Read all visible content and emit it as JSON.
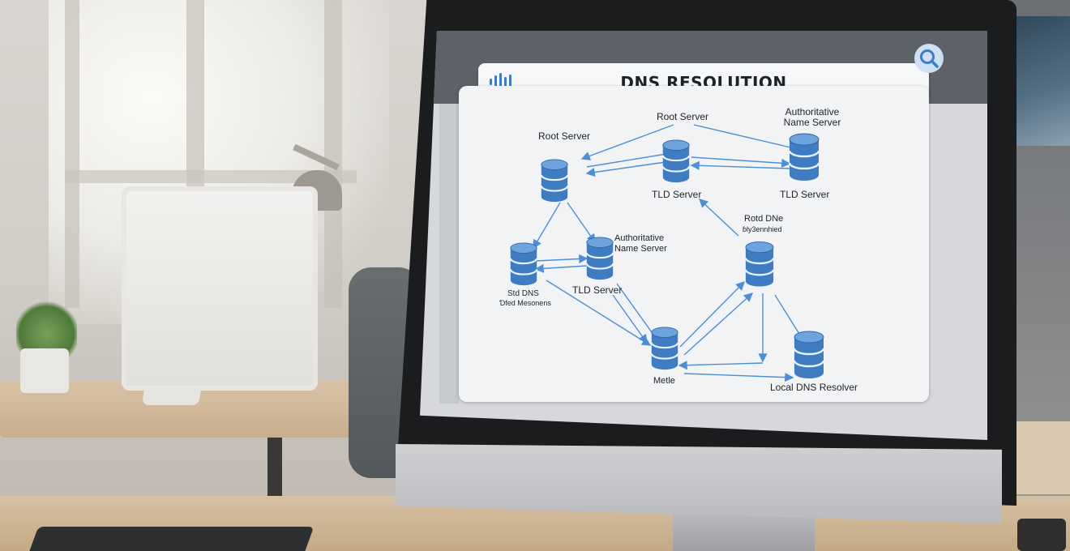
{
  "app": {
    "title": "DNS RESOLUTION",
    "logo_icon": "waveform-icon",
    "search_icon": "search-icon",
    "accent_color": "#3f7cc2"
  },
  "diagram": {
    "node_icon": "database-icon",
    "edge_color": "#4d8fd6",
    "labels": {
      "root_server_top": "Root Server",
      "authoritative_top_right": "Authoritative Name Server",
      "root_server_left": "Root Server",
      "tld_server_center": "TLD Server",
      "tld_server_right": "TLD Server",
      "rotd_dns": "Rotd DNe",
      "rotd_dns_sub": "ɓly3ennhied",
      "authoritative_mid": "Authoritative Name Server",
      "tld_server_mid": "TLD Server",
      "std_dns": "Std DNS",
      "std_dns_sub": "Ɗfed Mesonens",
      "mettle": "Metle",
      "local_dns_resolver": "Local DNS Resolver"
    }
  }
}
